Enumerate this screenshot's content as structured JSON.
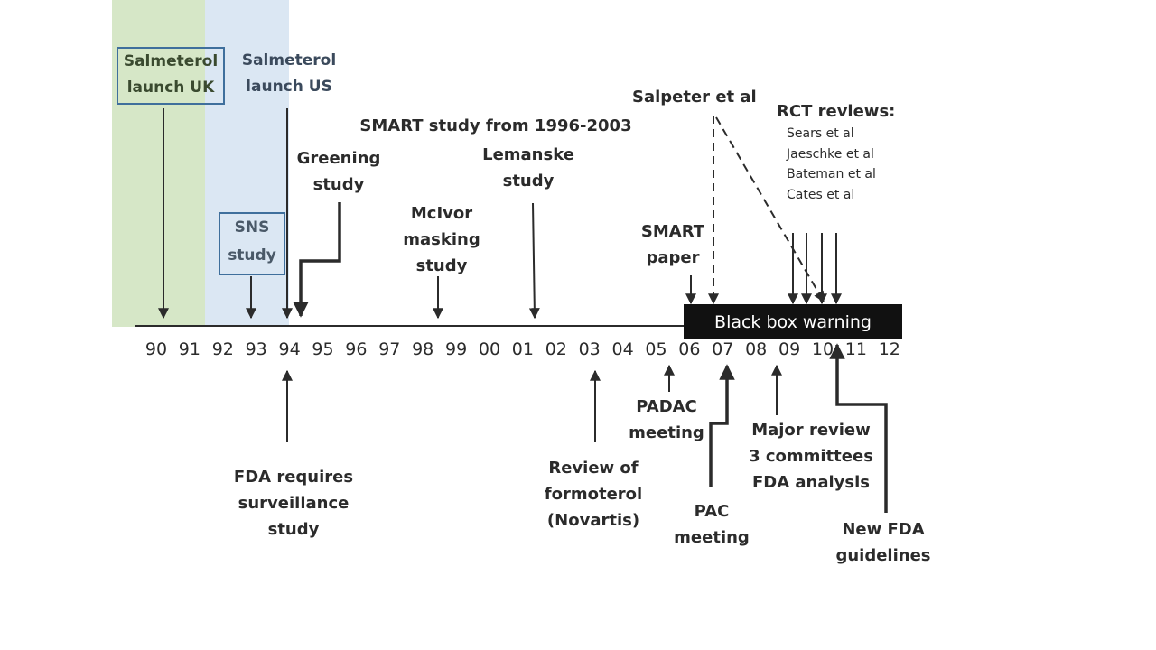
{
  "years": [
    "90",
    "91",
    "92",
    "93",
    "94",
    "95",
    "96",
    "97",
    "98",
    "99",
    "00",
    "01",
    "02",
    "03",
    "04",
    "05",
    "06",
    "07",
    "08",
    "09",
    "10",
    "11",
    "12"
  ],
  "events_above": {
    "salmeterol_uk": [
      "Salmeterol",
      "launch UK"
    ],
    "salmeterol_us": [
      "Salmeterol",
      "launch US"
    ],
    "sns_study": [
      "SNS",
      "study"
    ],
    "greening": [
      "Greening",
      "study"
    ],
    "smart_study": "SMART study from 1996-2003",
    "mcivor": [
      "McIvor",
      "masking",
      "study"
    ],
    "lemanske": [
      "Lemanske",
      "study"
    ],
    "smart_paper": [
      "SMART",
      "paper"
    ],
    "salpeter": "Salpeter et al",
    "rct_title": "RCT reviews:",
    "rct_list": [
      "Sears et al",
      "Jaeschke et al",
      "Bateman et al",
      "Cates et al"
    ]
  },
  "black_box": "Black box warning",
  "events_below": {
    "fda_surveillance": [
      "FDA requires",
      "surveillance",
      "study"
    ],
    "review_formoterol": [
      "Review of",
      "formoterol",
      "(Novartis)"
    ],
    "padac": [
      "PADAC",
      "meeting"
    ],
    "pac": [
      "PAC",
      "meeting"
    ],
    "major_review": [
      "Major review",
      "3 committees",
      "FDA analysis"
    ],
    "new_fda": [
      "New FDA",
      "guidelines"
    ]
  },
  "colors": {
    "green_band": "#d6e7c7",
    "blue_band": "#dbe7f3",
    "box_border": "#3f6f9c",
    "black_box": "#111111"
  }
}
